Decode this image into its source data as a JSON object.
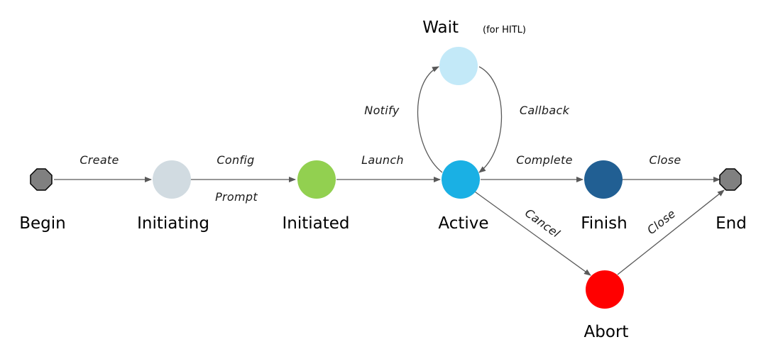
{
  "diagram": {
    "states": {
      "begin": {
        "label": "Begin",
        "fill": "#808080"
      },
      "initiating": {
        "label": "Initiating",
        "fill": "#d1dbe1"
      },
      "initiated": {
        "label": "Initiated",
        "fill": "#92d050"
      },
      "active": {
        "label": "Active",
        "fill": "#1ab0e4"
      },
      "finish": {
        "label": "Finish",
        "fill": "#215f93"
      },
      "abort": {
        "label": "Abort",
        "fill": "#ff0000"
      },
      "wait": {
        "label": "Wait",
        "note": "(for HITL)",
        "fill": "#c3e9f8"
      },
      "end": {
        "label": "End",
        "fill": "#808080"
      }
    },
    "transitions": {
      "create": "Create",
      "config": "Config",
      "prompt": "Prompt",
      "launch": "Launch",
      "notify": "Notify",
      "callback": "Callback",
      "complete": "Complete",
      "close_finish": "Close",
      "cancel": "Cancel",
      "close_abort": "Close"
    },
    "colors": {
      "edge": "#595959"
    }
  }
}
